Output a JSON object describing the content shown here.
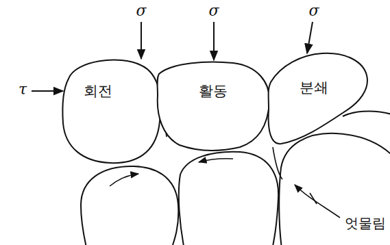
{
  "diagram": {
    "nodes": [
      {
        "text": [
          "회전"
        ]
      },
      {
        "text": [
          "활동"
        ]
      },
      {
        "text": [
          "분쇄"
        ]
      }
    ],
    "labels": [
      "σ",
      "σ",
      "σ",
      "τ",
      "엇물림"
    ]
  }
}
